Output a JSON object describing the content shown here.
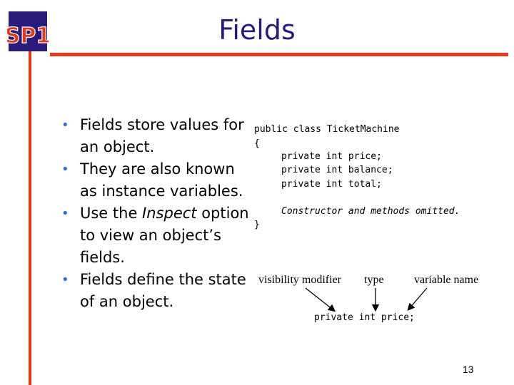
{
  "slide": {
    "title": "Fields",
    "logo_text": "SP1",
    "page_number": "13"
  },
  "bullets": [
    {
      "pre": "Fields store values for an object.",
      "em": "",
      "post": ""
    },
    {
      "pre": "They are also known as instance variables.",
      "em": "",
      "post": ""
    },
    {
      "pre": "Use the ",
      "em": "Inspect",
      "post": " option to view an object’s fields."
    },
    {
      "pre": "Fields define the state of an object.",
      "em": "",
      "post": ""
    }
  ],
  "code": {
    "line1": "public class TicketMachine",
    "open_brace": "{",
    "field1": "private int price;",
    "field2": "private int balance;",
    "field3": "private int total;",
    "comment": "Constructor and methods omitted.",
    "close_brace": "}"
  },
  "anatomy": {
    "label_visibility": "visibility modifier",
    "label_type": "type",
    "label_name": "variable name",
    "example": "private int price;"
  },
  "colors": {
    "accent": "#e03a1a",
    "title": "#2a1a7a",
    "bullet": "#2a6fdb",
    "logo_bg": "#2a1a7a",
    "logo_text": "#e03a1a"
  }
}
